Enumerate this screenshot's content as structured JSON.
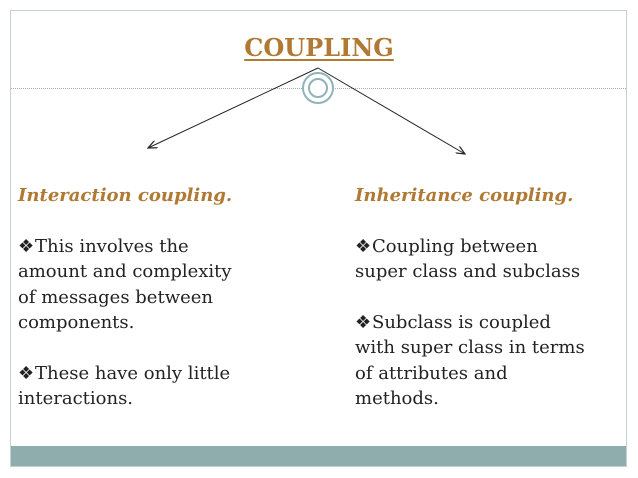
{
  "title": "COUPLING",
  "bullet_glyph": "❖",
  "left": {
    "heading": "Interaction coupling.",
    "bullets": [
      [
        "This involves the",
        "amount and complexity",
        "of messages between",
        "components."
      ],
      [
        "These have only little",
        "interactions."
      ]
    ]
  },
  "right": {
    "heading": "Inheritance coupling.",
    "bullets": [
      [
        "Coupling between",
        "super class and subclass"
      ],
      [
        "Subclass is coupled",
        "with super class in terms",
        "of attributes and",
        "methods."
      ]
    ]
  },
  "colors": {
    "accent": "#b07a35",
    "footer": "#8fadad",
    "text": "#222222"
  }
}
